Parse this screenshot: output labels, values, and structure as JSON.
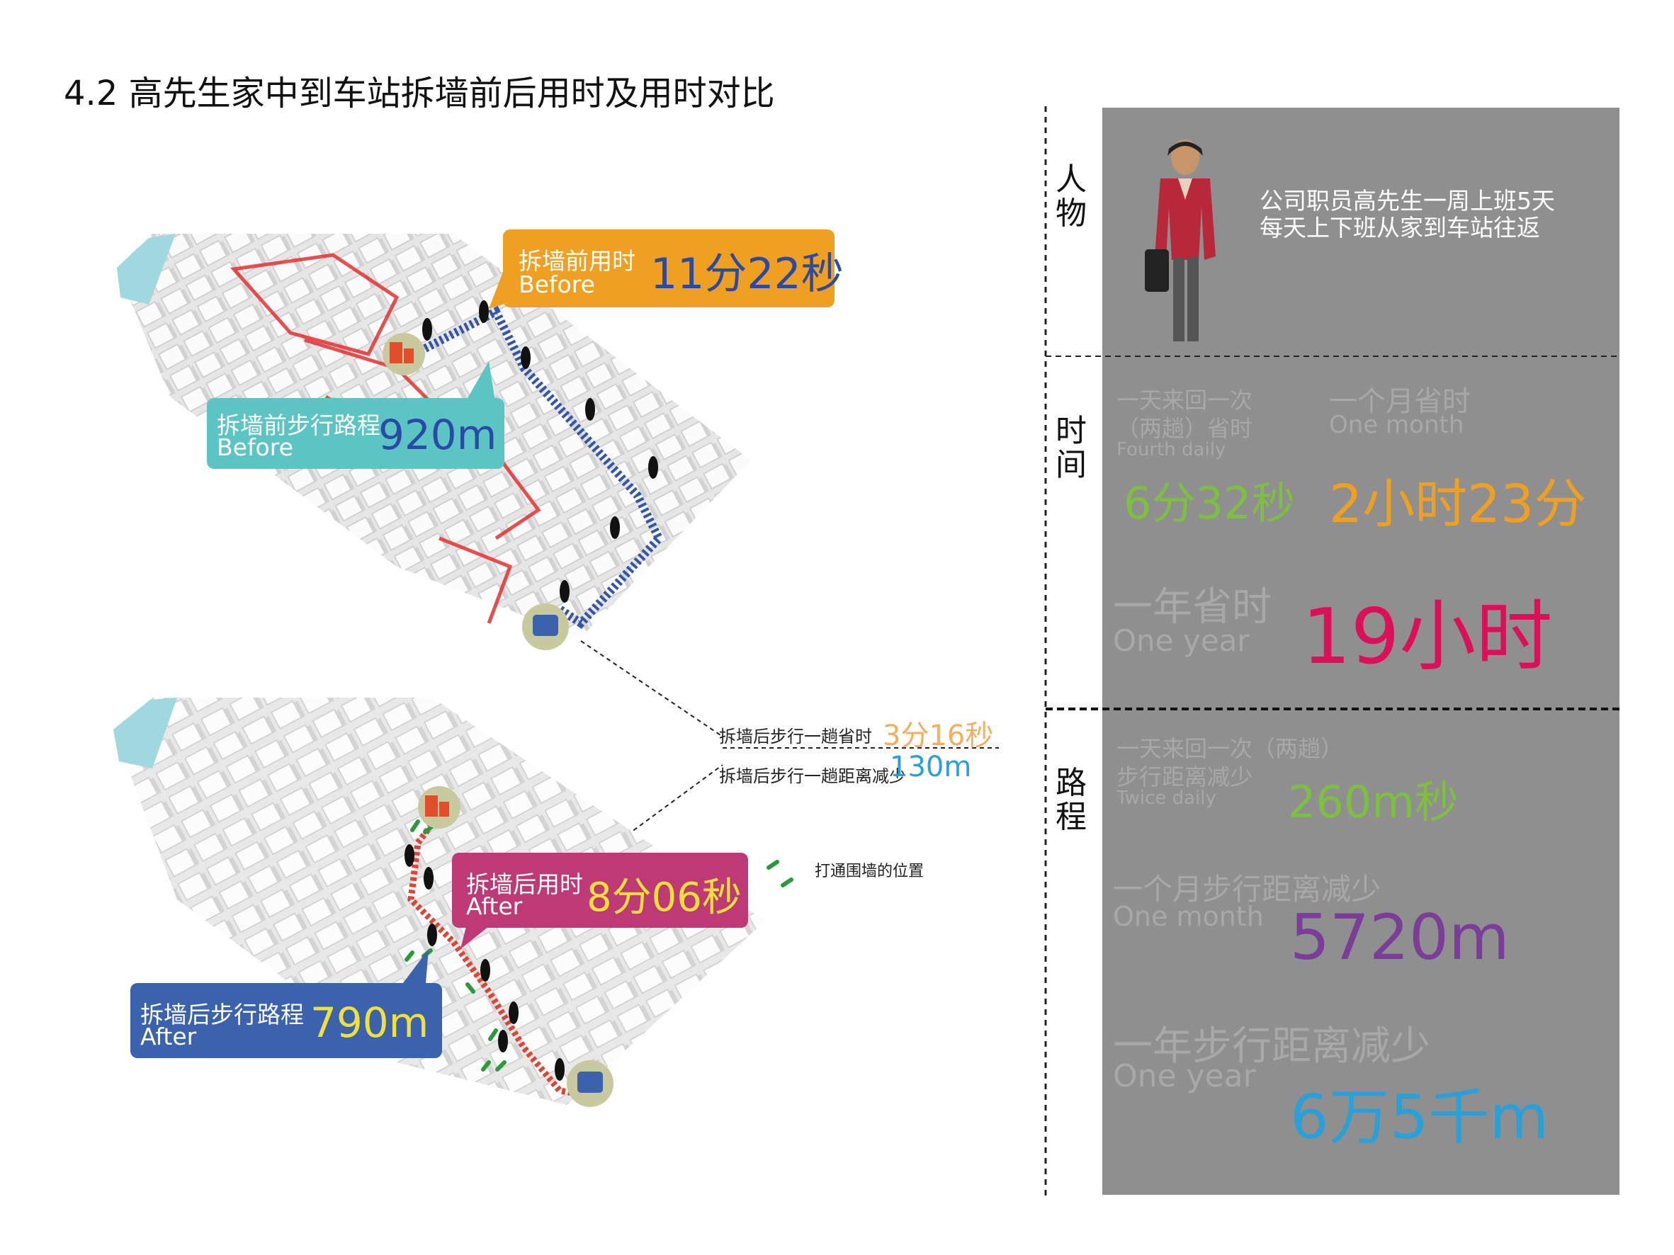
{
  "title": "4.2 高先生家中到车站拆墙前后用时及用时对比",
  "colors": {
    "panel_bg": "#8f8f8f",
    "orange": "#f0a020",
    "teal": "#5cc5c4",
    "magenta": "#bd3a76",
    "blue": "#3b63ad",
    "route_before": "#3355aa",
    "route_after": "#dd4433",
    "wall_open": "#2a9a3a"
  },
  "before": {
    "time_label": "拆墙前用时",
    "time_en": "Before",
    "time_value": "11分22秒",
    "dist_label": "拆墙前步行路程",
    "dist_en": "Before",
    "dist_value": "920m"
  },
  "after": {
    "time_label": "拆墙后用时",
    "time_en": "After",
    "time_value": "8分06秒",
    "dist_label": "拆墙后步行路程",
    "dist_en": "After",
    "dist_value": "790m"
  },
  "savings": {
    "time_label": "拆墙后步行一趟省时",
    "time_value": "3分16秒",
    "dist_label": "拆墙后步行一趟距离减少",
    "dist_value": "130m"
  },
  "legend": {
    "wall_opening": "打通围墙的位置"
  },
  "panel": {
    "person": {
      "label": "人物",
      "line1": "公司职员高先生一周上班5天",
      "line2": "每天上下班从家到车站往返"
    },
    "time": {
      "label": "时间",
      "daily_l1": "一天来回一次",
      "daily_l2": "（两趟）省时",
      "daily_en": "Fourth daily",
      "daily_value": "6分32秒",
      "month_l1": "一个月省时",
      "month_en": "One month",
      "month_value": "2小时23分",
      "year_l1": "一年省时",
      "year_en": "One year",
      "year_value": "19小时"
    },
    "distance": {
      "label": "路程",
      "daily_l1": "一天来回一次（两趟）",
      "daily_l2": "步行距离减少",
      "daily_en": "Twice daily",
      "daily_value": "260m秒",
      "month_l1": "一个月步行距离减少",
      "month_en": "One month",
      "month_value": "5720m",
      "year_l1": "一年步行距离减少",
      "year_en": "One year",
      "year_value": "6万5千m"
    }
  }
}
